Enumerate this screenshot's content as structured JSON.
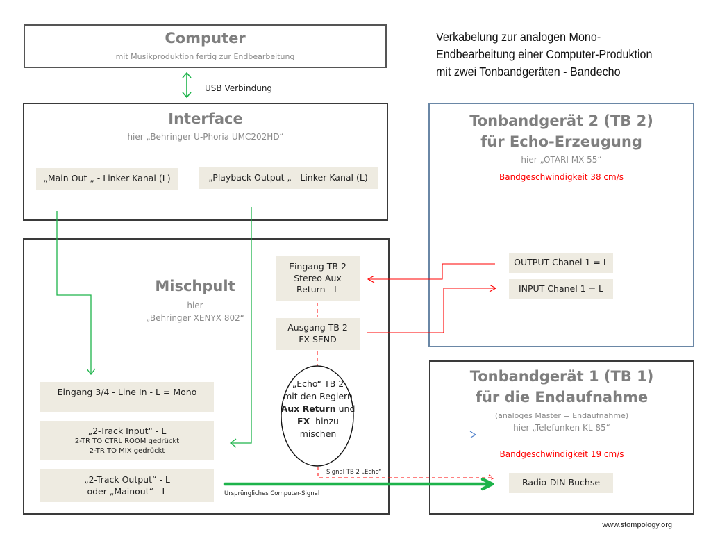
{
  "heading": {
    "lines": [
      "Verkabelung zur analogen Mono-",
      "Endbearbeitung einer Computer-Produktion",
      "mit zwei Tonbandgeräten - Bandecho"
    ]
  },
  "computer": {
    "title": "Computer",
    "subtitle": "mit Musikproduktion fertig zur Endbearbeitung"
  },
  "usb": {
    "label": "USB Verbindung"
  },
  "interface": {
    "title": "Interface",
    "subtitle": "hier „Behringer U-Phoria UMC202HD“",
    "ports": [
      "„Main  Out „ -  Linker Kanal (L)",
      "„Playback Output „ -  Linker Kanal (L)"
    ]
  },
  "mixer": {
    "title": "Mischpult",
    "subtitle_1": "hier",
    "subtitle_2": "„Behringer XENYX 802“",
    "aux_return": [
      "Eingang TB 2",
      "Stereo Aux",
      "Return  -  L"
    ],
    "fx_send": [
      "Ausgang TB 2",
      "FX SEND"
    ],
    "line_in": "Eingang 3/4  - Line In -  L = Mono",
    "two_track_input": {
      "title": "„2-Track Input“  -  L",
      "notes": [
        "2-TR TO CTRL ROOM gedrückt",
        "2-TR TO MIX gedrückt"
      ]
    },
    "two_track_output": [
      "„2-Track Output“  -  L",
      "oder „Mainout“ - L"
    ],
    "echo_note": {
      "line1": "„Echo“ TB 2",
      "line2": "mit  den Reglern",
      "line3_bold": "Aux Return",
      "line3_rest": " und",
      "line4_bold": "FX",
      "line4_rest": "  hinzu",
      "line5": "mischen"
    }
  },
  "tb2": {
    "title_1": "Tonbandgerät 2 (TB 2)",
    "title_2": "für Echo-Erzeugung",
    "subtitle": "hier „OTARI MX 55“",
    "speed": "Bandgeschwindigkeit 38 cm/s",
    "output": "OUTPUT Chanel 1 = L",
    "input": "INPUT Chanel 1 = L"
  },
  "tb1": {
    "title_1": "Tonbandgerät 1 (TB 1)",
    "title_2": "für die Endaufnahme",
    "subtitle_1": "(analoges Master = Endaufnahme)",
    "subtitle_2": "hier „Telefunken KL 85“",
    "speed": "Bandgeschwindigkeit 19 cm/s",
    "input": "Radio-DIN-Buchse"
  },
  "signals": {
    "echo": "Signal TB 2 „Echo“",
    "original": "Ursprüngliches Computer-Signal"
  },
  "colors": {
    "green": "#1db34a",
    "red": "#ff0000",
    "port_bg": "#eeebe1",
    "blue_border": "#6a87a6"
  },
  "footer": {
    "url": "www.stompology.org"
  }
}
